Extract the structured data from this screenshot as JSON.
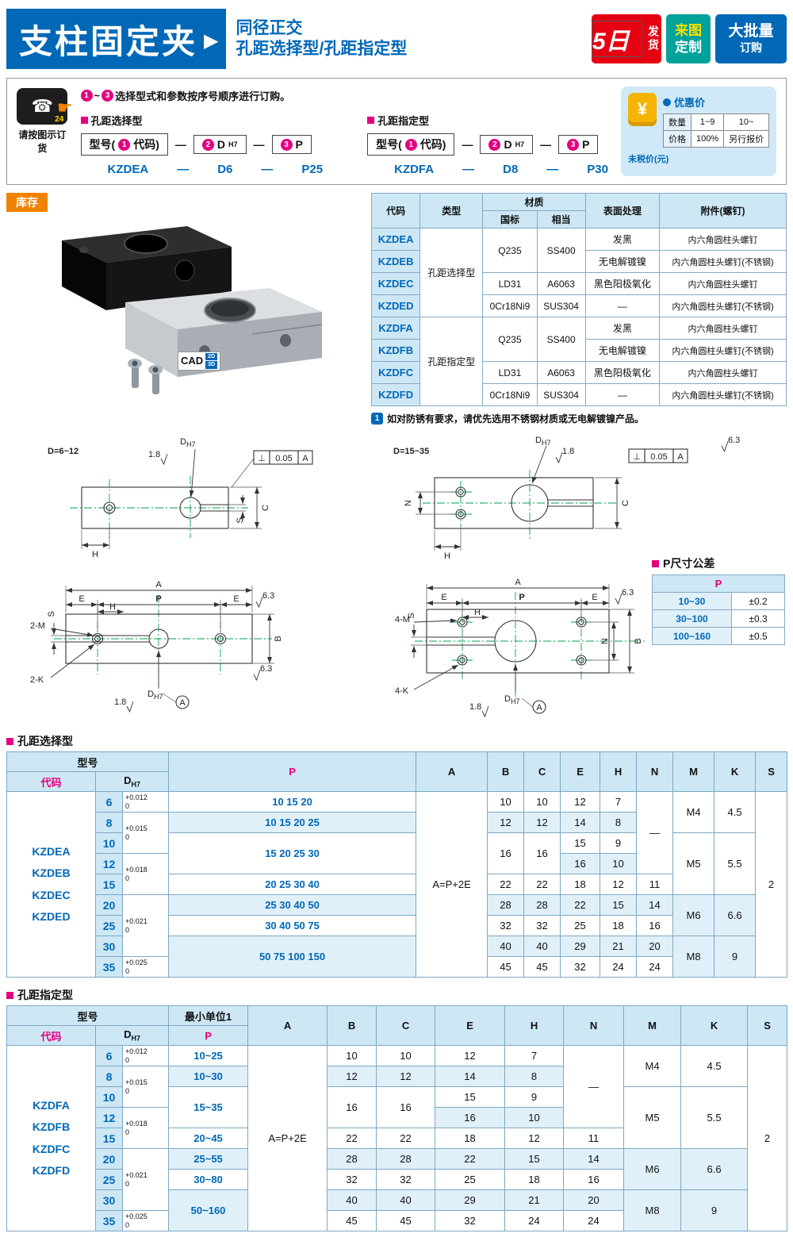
{
  "header": {
    "title": "支柱固定夹",
    "sub1": "同径正交",
    "sub2": "孔距选择型/孔距指定型",
    "arrow": "▶"
  },
  "badges": {
    "ship_big": "5日",
    "ship_small": "发货",
    "custom_l1": "来图",
    "custom_l2": "定制",
    "bulk_l1": "大批量",
    "bulk_l2": "订购"
  },
  "order": {
    "phone_glyph": "☎",
    "phone_24": "24",
    "hand": "☛",
    "phone_label": "请按图示订货",
    "n1": "1",
    "n2": "2",
    "n3": "3",
    "tilde": "~",
    "inst": "选择型式和参数按序号顺序进行订购。",
    "sel_title": "孔距选择型",
    "spec_title": "孔距指定型",
    "model_pre": "型号(",
    "model_post": "代码)",
    "d": "D",
    "d_sub": "H7",
    "p": "P",
    "dash": "—",
    "ex1_code": "KZDEA",
    "ex1_d": "D6",
    "ex1_p": "P25",
    "ex2_code": "KZDFA",
    "ex2_d": "D8",
    "ex2_p": "P30"
  },
  "price": {
    "yen": "¥",
    "title": "优惠价",
    "qty": "数量",
    "q1": "1~9",
    "q2": "10~",
    "price": "价格",
    "p1": "100%",
    "p2": "另行报价",
    "note": "未税价(元)"
  },
  "stock_label": "库存",
  "cad": {
    "label": "CAD",
    "d2": "2D",
    "d3": "3D"
  },
  "materials": {
    "h_code": "代码",
    "h_type": "类型",
    "h_mat": "材质",
    "h_gb": "国标",
    "h_eq": "相当",
    "h_surface": "表面处理",
    "h_acc": "附件(螺钉)",
    "type1": "孔距选择型",
    "type2": "孔距指定型",
    "gb1": "Q235",
    "eq1": "SS400",
    "gb2": "LD31",
    "eq2": "A6063",
    "gb3": "0Cr18Ni9",
    "eq3": "SUS304",
    "rows": [
      {
        "code": "KZDEA",
        "surface": "发黑",
        "acc": "内六角圆柱头螺钉"
      },
      {
        "code": "KZDEB",
        "surface": "无电解镀镍",
        "acc": "内六角圆柱头螺钉(不锈钢)"
      },
      {
        "code": "KZDEC",
        "surface": "黑色阳极氧化",
        "acc": "内六角圆柱头螺钉"
      },
      {
        "code": "KZDED",
        "surface": "—",
        "acc": "内六角圆柱头螺钉(不锈钢)"
      },
      {
        "code": "KZDFA",
        "surface": "发黑",
        "acc": "内六角圆柱头螺钉"
      },
      {
        "code": "KZDFB",
        "surface": "无电解镀镍",
        "acc": "内六角圆柱头螺钉(不锈钢)"
      },
      {
        "code": "KZDFC",
        "surface": "黑色阳极氧化",
        "acc": "内六角圆柱头螺钉"
      },
      {
        "code": "KZDFD",
        "surface": "—",
        "acc": "内六角圆柱头螺钉(不锈钢)"
      }
    ]
  },
  "note": {
    "icon": "1",
    "text": "如对防锈有要求，请优先选用不锈钢材质或无电解镀镍产品。"
  },
  "drw": {
    "left_title": "D=6~12",
    "right_title": "D=15~35",
    "d": "D",
    "h7": "H7",
    "ra18": "1.8",
    "ra63": "6.3",
    "perp": "⊥",
    "tol": "0.05",
    "datum": "A",
    "c": "C",
    "s": "S",
    "h": "H",
    "a": "A",
    "e": "E",
    "p": "P",
    "b": "B",
    "n": "N",
    "m2": "2-M",
    "k2": "2-K",
    "m4": "4-M",
    "k4": "4-K"
  },
  "p_tol": {
    "title": "P尺寸公差",
    "header": "P",
    "r1": "10~30",
    "t1": "±0.2",
    "r2": "30~100",
    "t2": "±0.3",
    "r3": "100~160",
    "t3": "±0.5"
  },
  "th": {
    "model": "型号",
    "code": "代码",
    "d": "D",
    "d_sub": "H7",
    "p": "P",
    "min_unit": "最小单位1",
    "a": "A",
    "b": "B",
    "c": "C",
    "e": "E",
    "h": "H",
    "n": "N",
    "m": "M",
    "k": "K",
    "s": "S"
  },
  "t1": {
    "title": "孔距选择型",
    "codes": [
      "KZDEA",
      "KZDEB",
      "KZDEC",
      "KZDED"
    ],
    "d": [
      "6",
      "8",
      "10",
      "12",
      "15",
      "20",
      "25",
      "30",
      "35"
    ],
    "tols": [
      "+0.012",
      "+0.015",
      "+0.018",
      "+0.021",
      "+0.025"
    ],
    "tol_zero": "0",
    "p": [
      "10 15 20",
      "10 15 20 25",
      "15 20 25 30",
      "20 25 30 40",
      "25 30 40 50",
      "30 40 50 75",
      "50 75 100 150"
    ],
    "a": "A=P+2E",
    "b": [
      "10",
      "12",
      "16",
      "22",
      "28",
      "32",
      "40",
      "45"
    ],
    "c": [
      "10",
      "12",
      "16",
      "22",
      "28",
      "32",
      "40",
      "45"
    ],
    "e": [
      "12",
      "14",
      "15",
      "16",
      "18",
      "22",
      "25",
      "29",
      "32"
    ],
    "h": [
      "7",
      "8",
      "9",
      "10",
      "12",
      "15",
      "18",
      "21",
      "24"
    ],
    "n": [
      "—",
      "11",
      "14",
      "16",
      "20",
      "24"
    ],
    "m": [
      "M4",
      "M5",
      "M6",
      "M8"
    ],
    "k": [
      "4.5",
      "5.5",
      "6.6",
      "9"
    ],
    "s": "2"
  },
  "t2": {
    "title": "孔距指定型",
    "codes": [
      "KZDFA",
      "KZDFB",
      "KZDFC",
      "KZDFD"
    ],
    "d": [
      "6",
      "8",
      "10",
      "12",
      "15",
      "20",
      "25",
      "30",
      "35"
    ],
    "tols": [
      "+0.012",
      "+0.015",
      "+0.018",
      "+0.021",
      "+0.025"
    ],
    "tol_zero": "0",
    "p": [
      "10~25",
      "10~30",
      "15~35",
      "20~45",
      "25~55",
      "30~80",
      "50~160"
    ],
    "a": "A=P+2E",
    "b": [
      "10",
      "12",
      "16",
      "22",
      "28",
      "32",
      "40",
      "45"
    ],
    "c": [
      "10",
      "12",
      "16",
      "22",
      "28",
      "32",
      "40",
      "45"
    ],
    "e": [
      "12",
      "14",
      "15",
      "16",
      "18",
      "22",
      "25",
      "29",
      "32"
    ],
    "h": [
      "7",
      "8",
      "9",
      "10",
      "12",
      "15",
      "18",
      "21",
      "24"
    ],
    "n": [
      "—",
      "11",
      "14",
      "16",
      "20",
      "24"
    ],
    "m": [
      "M4",
      "M5",
      "M6",
      "M8"
    ],
    "k": [
      "4.5",
      "5.5",
      "6.6",
      "9"
    ],
    "s": "2"
  }
}
